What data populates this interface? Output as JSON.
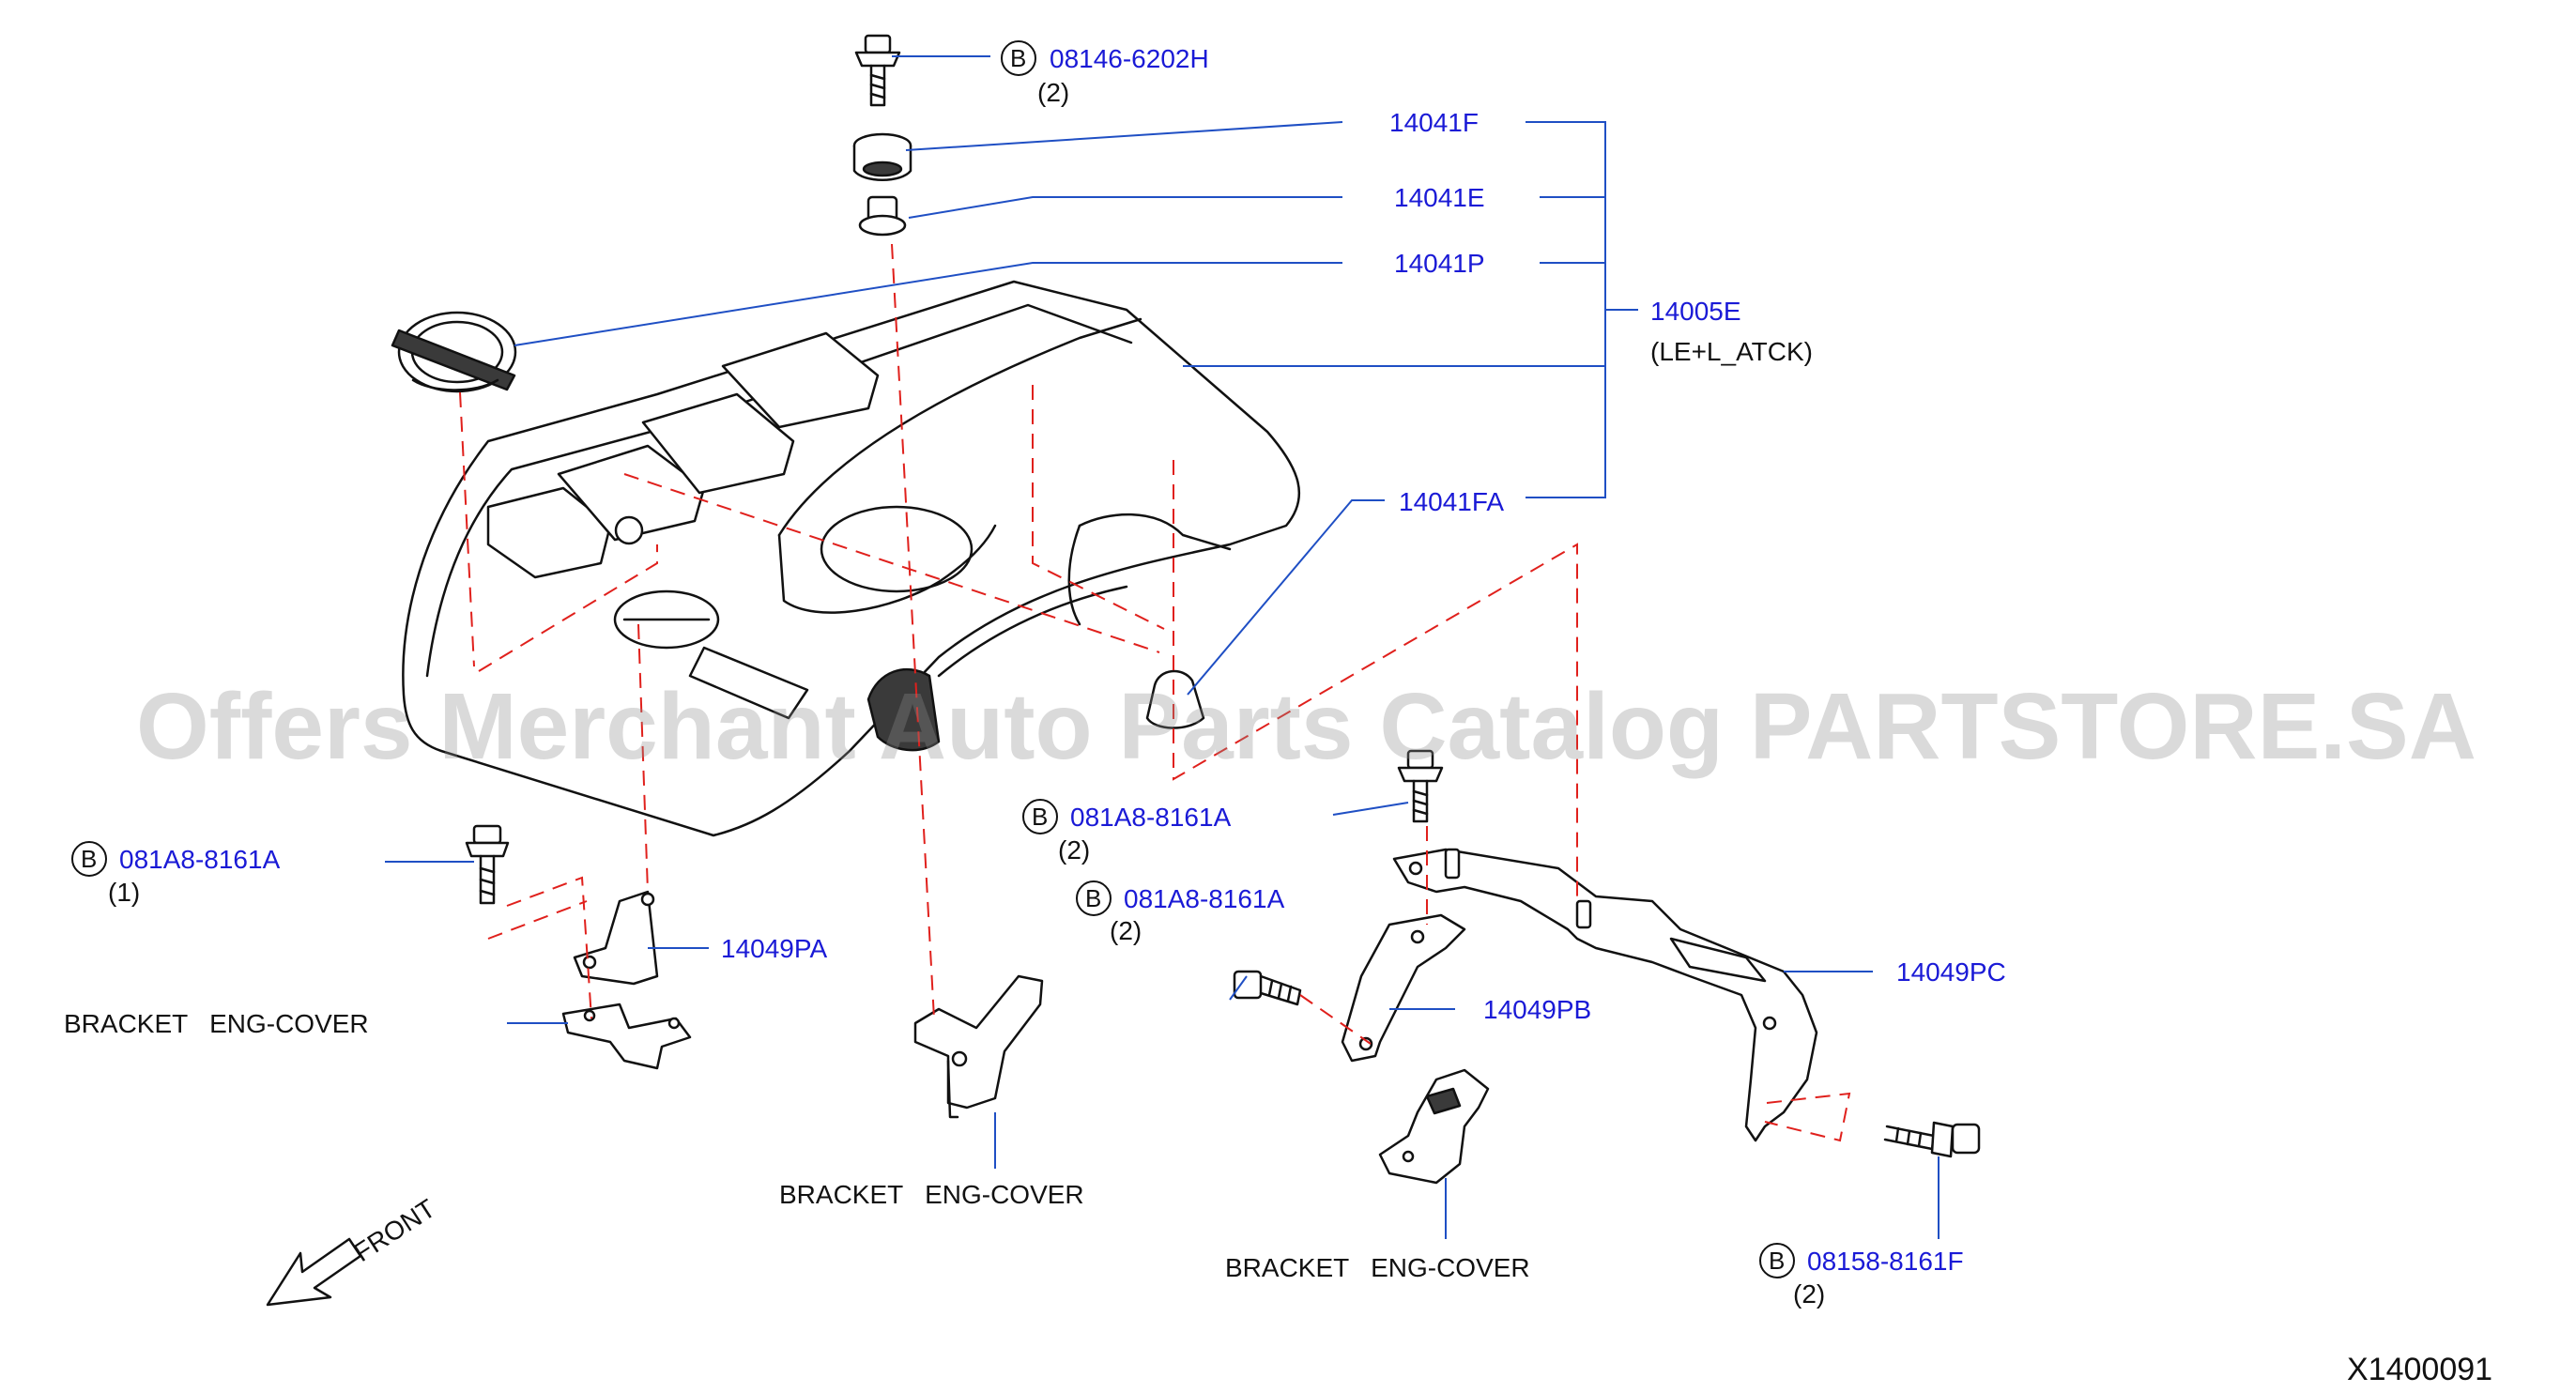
{
  "watermark": "Offers Merchant Auto Parts Catalog PARTSTORE.SA",
  "diagram_ref": "X1400091",
  "direction_label": "FRONT",
  "bolt_prefix": "B",
  "callouts": {
    "bolt_top": {
      "part": "08146-6202H",
      "qty": "(2)"
    },
    "p14041F": "14041F",
    "p14041E": "14041E",
    "p14041P": "14041P",
    "p14005E": "14005E",
    "p14005E_note": "(LE+L_ATCK)",
    "p14041FA": "14041FA",
    "bolt_left": {
      "part": "081A8-8161A",
      "qty": "(1)"
    },
    "bolt_mid1": {
      "part": "081A8-8161A",
      "qty": "(2)"
    },
    "bolt_mid2": {
      "part": "081A8-8161A",
      "qty": "(2)"
    },
    "bolt_right": {
      "part": "08158-8161F",
      "qty": "(2)"
    },
    "p14049PA": "14049PA",
    "p14049PB": "14049PB",
    "p14049PC": "14049PC",
    "bracket_left": "BRACKET   ENG-COVER",
    "bracket_center": "BRACKET   ENG-COVER",
    "bracket_right": "BRACKET   ENG-COVER"
  }
}
